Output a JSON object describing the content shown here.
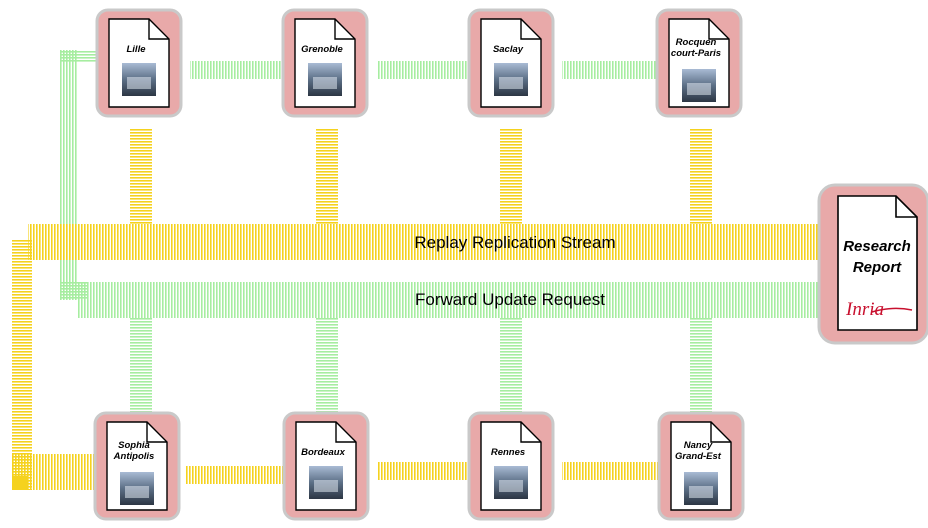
{
  "streams": {
    "replay": "Replay Replication Stream",
    "forward": "Forward Update Request"
  },
  "report": {
    "line1": "Research",
    "line2": "Report",
    "logo": "Inria"
  },
  "sites_top": [
    {
      "lines": [
        "Lille"
      ]
    },
    {
      "lines": [
        "Grenoble"
      ]
    },
    {
      "lines": [
        "Saclay"
      ]
    },
    {
      "lines": [
        "Rocquen",
        "court-Paris"
      ]
    }
  ],
  "sites_bottom": [
    {
      "lines": [
        "Sophia",
        "Antipolis"
      ]
    },
    {
      "lines": [
        "Bordeaux"
      ]
    },
    {
      "lines": [
        "Rennes"
      ]
    },
    {
      "lines": [
        "Nancy",
        "Grand-Est"
      ]
    }
  ],
  "colors": {
    "replay": "#f5d21e",
    "forward": "#a6eda0",
    "node_frame": "#e8a9a9",
    "node_border": "#c9c9c9"
  }
}
